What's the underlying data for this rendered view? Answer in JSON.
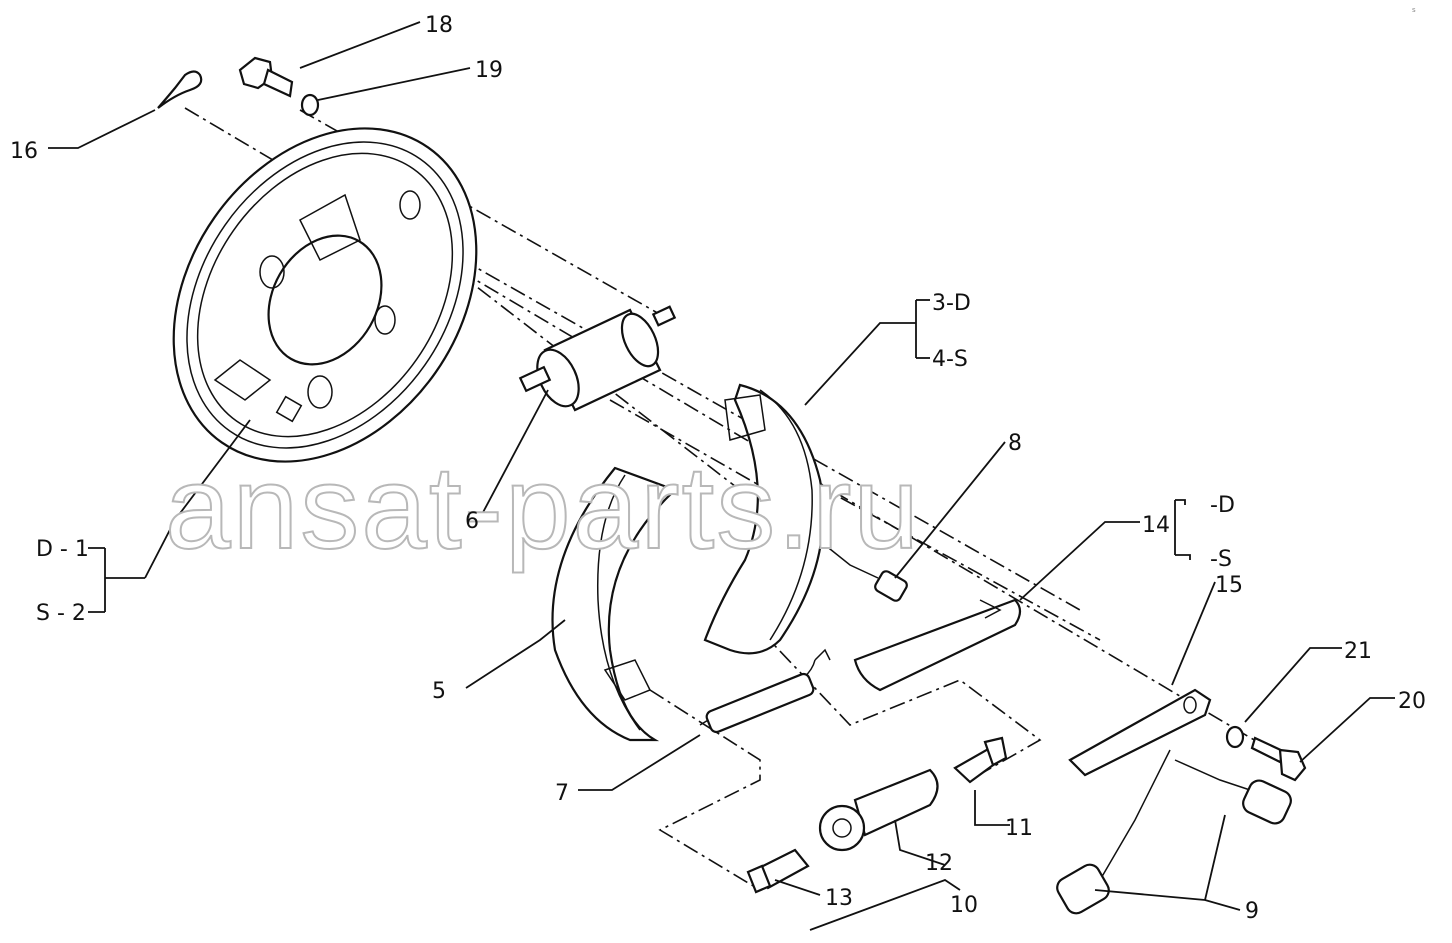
{
  "watermark": "ansat-parts.ru",
  "corner_mark": "s",
  "callouts": {
    "c18": "18",
    "c19": "19",
    "c16": "16",
    "c3d": "3-D",
    "c4s": "4-S",
    "c6": "6",
    "c8": "8",
    "c14": "14",
    "c14d": "-D",
    "c14s": "-S",
    "c15": "15",
    "cD1": "D - 1",
    "cS2": "S - 2",
    "c5": "5",
    "c21": "21",
    "c20": "20",
    "c7": "7",
    "c11": "11",
    "c12": "12",
    "c10": "10",
    "c13": "13",
    "c9": "9"
  }
}
